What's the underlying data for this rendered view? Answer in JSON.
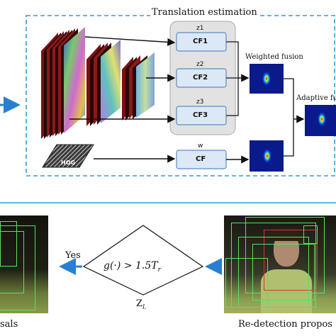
{
  "section_title": "Translation estimation",
  "features": {
    "hog_label": "HOG"
  },
  "filters": [
    {
      "key": "z1",
      "label": "CF1"
    },
    {
      "key": "z2",
      "label": "CF2"
    },
    {
      "key": "z3",
      "label": "CF3"
    }
  ],
  "hog_filter": {
    "key": "w",
    "label": "CF"
  },
  "fusion": {
    "weighted_label": "Weighted fusion",
    "adaptive_label": "Adaptive fusi"
  },
  "redetection": {
    "condition": "g(·) > 1.5T",
    "condition_sub": "r",
    "z_label": "Z",
    "z_sub": "L",
    "yes_label": "Yes",
    "left_caption": "sals",
    "right_caption": "Re-detection propos"
  },
  "colors": {
    "dashed_border": "#2a9fd6",
    "arrow_blue": "#2a7fd0",
    "cf_fill": "#dce8f5",
    "cf_border": "#5b8cc4",
    "panel_gray": "#e2e2e2",
    "heatmap_bg": "#0a1a8a",
    "proposal_green": "#5de05d",
    "proposal_red": "#e03030"
  }
}
